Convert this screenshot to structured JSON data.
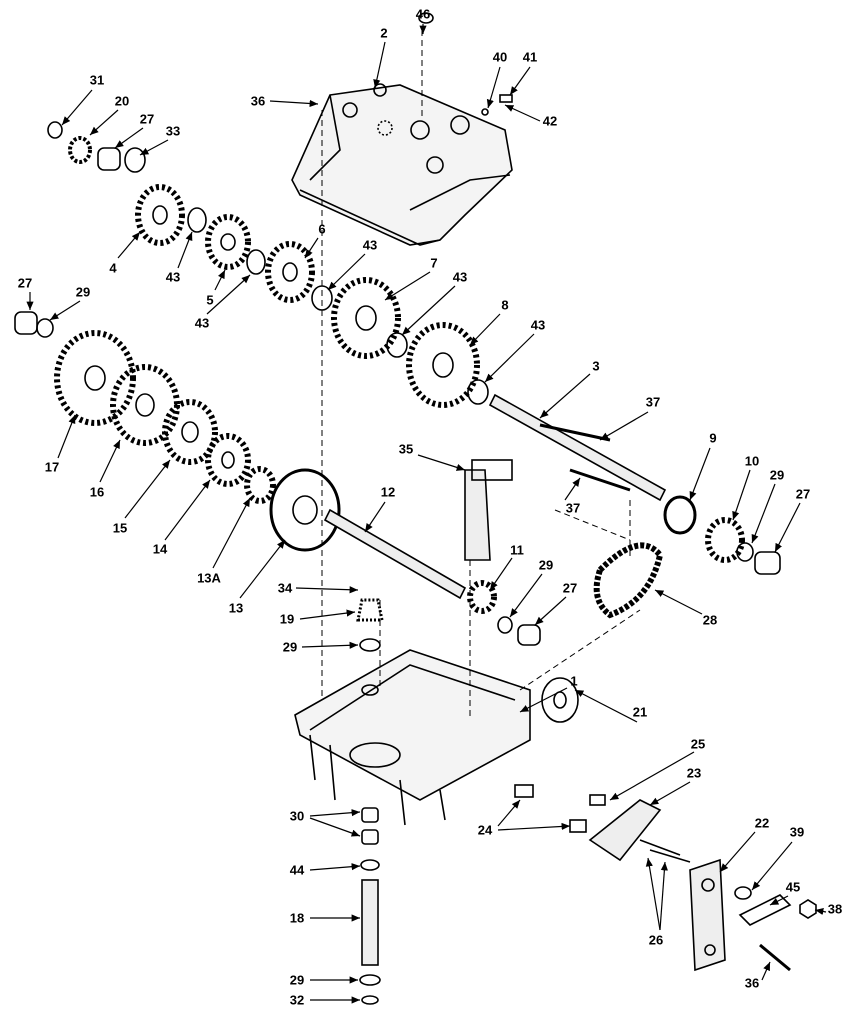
{
  "diagram": {
    "title": "Transmission exploded parts diagram",
    "part_labels": [
      "46",
      "2",
      "40",
      "41",
      "36",
      "42",
      "31",
      "20",
      "27",
      "33",
      "4",
      "43",
      "5",
      "43",
      "6",
      "43",
      "7",
      "43",
      "27",
      "29",
      "8",
      "43",
      "3",
      "37",
      "17",
      "16",
      "15",
      "14",
      "13A",
      "13",
      "12",
      "35",
      "9",
      "10",
      "29",
      "27",
      "37",
      "11",
      "29",
      "27",
      "28",
      "34",
      "19",
      "29",
      "1",
      "21",
      "25",
      "23",
      "24",
      "22",
      "39",
      "30",
      "44",
      "45",
      "38",
      "18",
      "26",
      "36",
      "29",
      "32"
    ]
  }
}
